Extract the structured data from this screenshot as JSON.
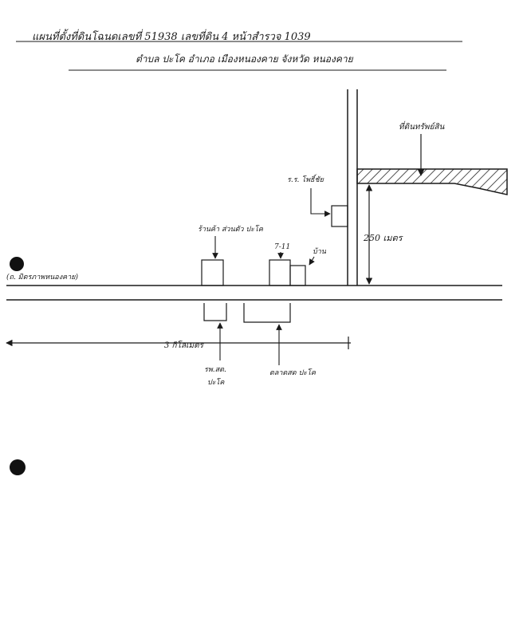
{
  "header": {
    "line1": "แผนที่ตั้งที่ดินโฉนดเลขที่ 51938 เลขที่ดิน 4 หน้าสำรวจ 1039",
    "line2": "ตำบล ปะโค อำเภอ เมืองหนองคาย จังหวัด หนองคาย"
  },
  "labels": {
    "road_label": "(ถ. มิตรภาพหนองคาย)",
    "land_label": "ที่ดินทรัพย์สิน",
    "school_label": "ร.ร. โพธิ์ชัย",
    "shop_label": "ร้านค้า ส่วนตัว ปะโค",
    "seven_eleven": "7-11",
    "home_label": "บ้าน",
    "distance_label": "250 เมตร",
    "left_distance": "3 กิโลเมตร",
    "clinic_label_line1": "รพ.สต.",
    "clinic_label_line2": "ปะโค",
    "market_label": "ตลาดสด ปะโค"
  }
}
